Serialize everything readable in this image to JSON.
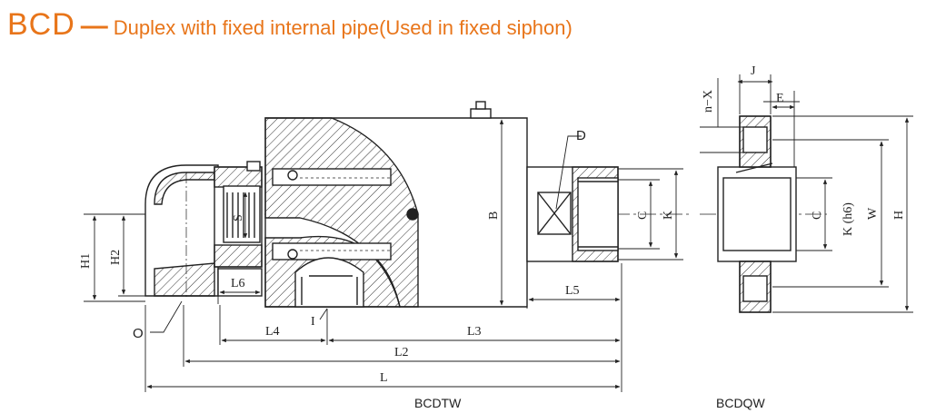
{
  "title": {
    "code": "BCD",
    "dash": "—",
    "subtitle": "Duplex with fixed internal pipe(Used in fixed siphon)"
  },
  "views": {
    "left_caption": "BCDTW",
    "right_caption": "BCDQW"
  },
  "dimensions": {
    "H1": "H1",
    "H2": "H2",
    "L6": "L6",
    "S": "S",
    "L4": "L4",
    "L3": "L3",
    "L2": "L2",
    "L": "L",
    "L5": "L5",
    "B": "B",
    "C": "C",
    "K": "K",
    "D": "D",
    "O": "O",
    "I": "I",
    "nX": "n−X",
    "J": "J",
    "E": "E",
    "C_right": "C",
    "Kh6": "K (h6)",
    "W": "W",
    "H": "H"
  },
  "colors": {
    "accent": "#E8751A",
    "line": "#222222"
  }
}
